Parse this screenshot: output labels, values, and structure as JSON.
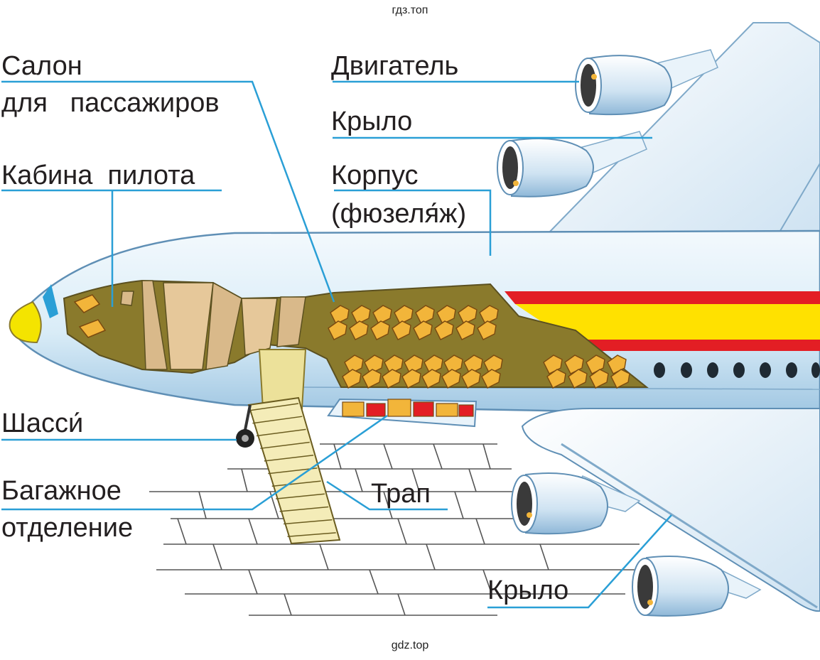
{
  "watermark_top": "гдз.топ",
  "watermark_bottom": "gdz.top",
  "labels": {
    "salon_line1": "Салон",
    "salon_line2": "для   пассажиров",
    "cabin": "Кабина  пилота",
    "engine": "Двигатель",
    "wing_top": "Крыло",
    "body_line1": "Корпус",
    "body_line2": "(фюзеля́ж)",
    "chassis": "Шасси́",
    "baggage_line1": "Багажное",
    "baggage_line2": "отделение",
    "ramp": "Трап",
    "wing_bottom": "Крыло"
  },
  "colors": {
    "leader_line": "#2a9fd6",
    "fuselage": "#d9ecf7",
    "fuselage_shade": "#a9cde6",
    "interior": "#8a7a2c",
    "seat": "#f2b53a",
    "stripe_red": "#e31e24",
    "stripe_yellow": "#ffe100",
    "nose": "#f4e400"
  }
}
